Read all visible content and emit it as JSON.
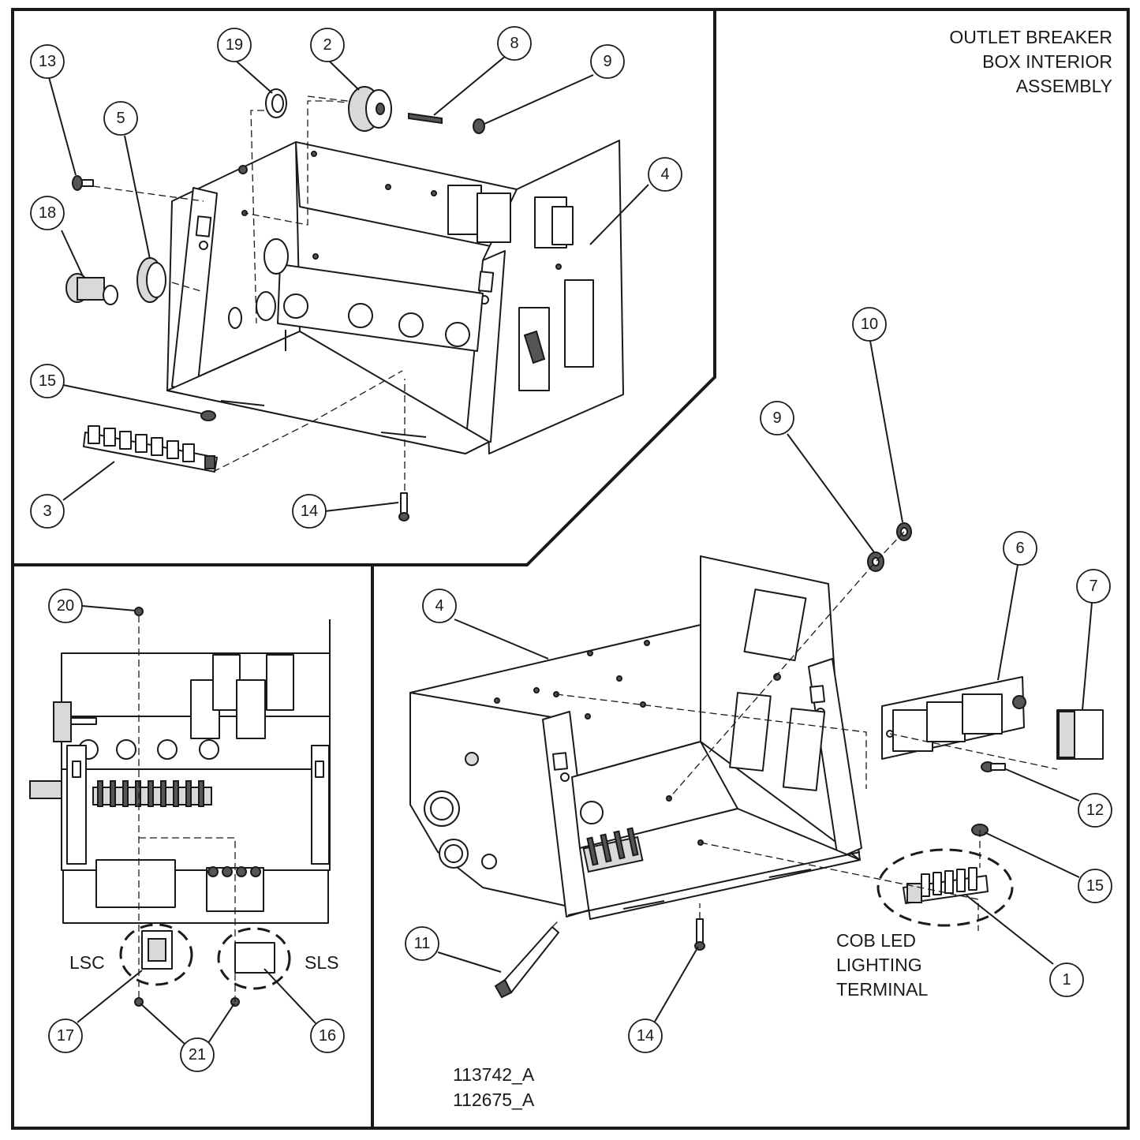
{
  "title": {
    "line1": "OUTLET BREAKER",
    "line2": "BOX INTERIOR",
    "line3": "ASSEMBLY"
  },
  "callouts": {
    "lsc": "LSC",
    "sls": "SLS",
    "cob_line1": "COB LED",
    "cob_line2": "LIGHTING",
    "cob_line3": "TERMINAL"
  },
  "drawing_numbers": {
    "line1": "113742_A",
    "line2": "112675_A"
  },
  "balloons": {
    "top": [
      "13",
      "19",
      "2",
      "8",
      "9",
      "5",
      "18",
      "4",
      "15",
      "3",
      "14"
    ],
    "bottom_left": [
      "20",
      "17",
      "21",
      "16"
    ],
    "bottom_right": [
      "10",
      "9",
      "6",
      "7",
      "4",
      "12",
      "15",
      "11",
      "14",
      "1"
    ]
  }
}
